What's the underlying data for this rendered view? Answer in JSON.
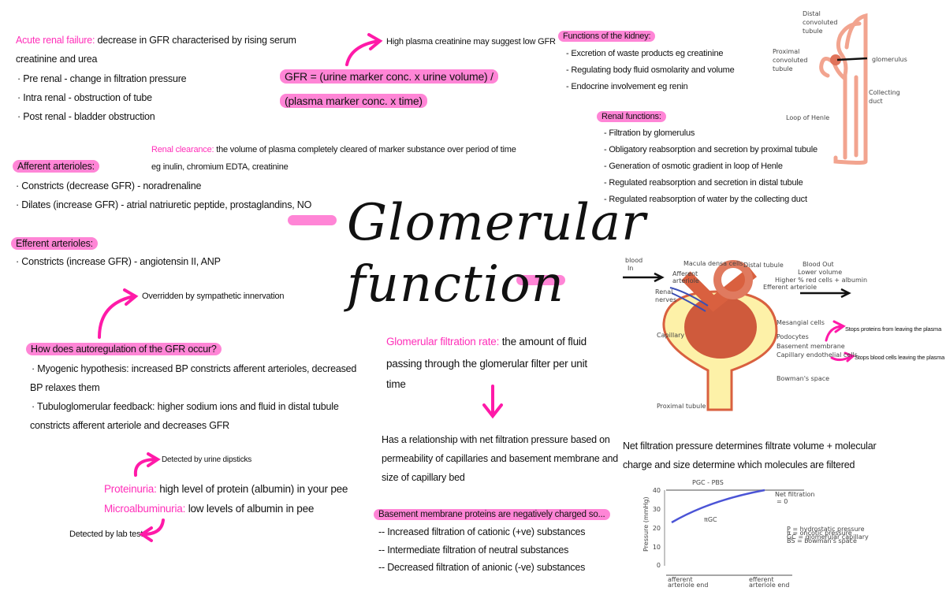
{
  "title": {
    "line1": "Glomerular",
    "line2": "function"
  },
  "acute": {
    "term": "Acute renal failure:",
    "def1": "decrease in GFR characterised by rising serum",
    "def2": "creatinine and urea",
    "items": [
      "· Pre renal - change in filtration pressure",
      "· Intra renal - obstruction of tube",
      "· Post renal - bladder obstruction"
    ]
  },
  "creatinine_note": "High plasma creatinine may suggest low GFR",
  "formula": {
    "line1": "GFR = (urine marker conc. x urine volume) /",
    "line2": "(plasma marker conc. x time)"
  },
  "kidney_functions": {
    "heading": "Functions of the kidney:",
    "items": [
      "- Excretion of waste products eg creatinine",
      "- Regulating body fluid osmolarity and volume",
      "- Endocrine involvement eg renin"
    ]
  },
  "renal_functions": {
    "heading": "Renal functions:",
    "items": [
      "- Filtration by glomerulus",
      "- Obligatory reabsorption and secretion by proximal tubule",
      "- Generation of osmotic gradient in loop of Henle",
      "- Regulated reabsorption and secretion in distal tubule",
      "- Regulated reabsorption of water by the collecting duct"
    ]
  },
  "nephron_labels": {
    "distal": [
      "Distal",
      "convoluted",
      "tubule"
    ],
    "proximal": [
      "Proximal",
      "convoluted",
      "tubule"
    ],
    "glomerulus": "glomerulus",
    "collecting": [
      "Collecting",
      "duct"
    ],
    "loop": "Loop of Henle"
  },
  "clearance": {
    "term": "Renal clearance:",
    "def1": "the volume of plasma completely cleared of marker substance over period of time",
    "def2": "eg inulin, chromium EDTA, creatinine"
  },
  "afferent": {
    "heading": "Afferent arterioles:",
    "items": [
      "· Constricts (decrease GFR) - noradrenaline",
      "· Dilates (increase GFR) - atrial natriuretic peptide, prostaglandins, NO"
    ]
  },
  "efferent": {
    "heading": "Efferent arterioles:",
    "items": [
      "· Constricts (increase GFR) - angiotensin II, ANP"
    ]
  },
  "override_note": "Overridden by sympathetic innervation",
  "autoreg": {
    "heading": "How does autoregulation of the GFR occur?",
    "lines": [
      "· Myogenic hypothesis: increased BP constricts afferent arterioles, decreased",
      "BP relaxes them",
      "· Tubuloglomerular feedback: higher sodium ions and fluid in distal tubule",
      "constricts afferent arteriole and decreases GFR"
    ]
  },
  "dipstick_note": "Detected by urine dipsticks",
  "proteinuria": {
    "term": "Proteinuria:",
    "def": "high level of protein (albumin) in your pee"
  },
  "microalb": {
    "term": "Microalbuminuria:",
    "def": "low levels of albumin in pee"
  },
  "labtest_note": "Detected by lab tests",
  "gfr_def": {
    "term": "Glomerular filtration rate:",
    "line1": "the amount of fluid",
    "line2": "passing through the glomerular filter per unit",
    "line3": "time"
  },
  "relationship": [
    "Has a relationship with net filtration pressure based on",
    "permeability of capillaries and basement membrane and",
    "size of capillary bed"
  ],
  "basement": {
    "heading": "Basement membrane proteins are negatively charged so...",
    "items": [
      "-- Increased filtration of cationic (+ve) substances",
      "-- Intermediate filtration of neutral substances",
      "-- Decreased filtration of anionic (-ve) substances"
    ]
  },
  "nfp": [
    "Net filtration pressure determines filtrate volume + molecular",
    "charge and size determine which molecules are filtered"
  ],
  "glom_diagram": {
    "blood_in": [
      "blood",
      "In"
    ],
    "macula": "Macula densa cells",
    "distal": "Distal tubule",
    "afferent": [
      "Afferent",
      "arteriole"
    ],
    "blood_out": [
      "Blood Out",
      "Lower volume",
      "Higher % red cells + albumin"
    ],
    "efferent": "Efferent arteriole",
    "renal_nerves": [
      "Renal",
      "nerves"
    ],
    "mesangial": "Mesangial cells",
    "capillary": "Capillary",
    "podocytes": "Podocytes",
    "basement": "Basement membrane",
    "endothelial": "Capillary endothelial cells",
    "bowman": "Bowman's space",
    "proximal": "Proximal tubule"
  },
  "side_notes": [
    "Stops proteins from leaving the plasma",
    "Stops blood cells leaving the plasma"
  ],
  "pressure_chart": {
    "ylabel": "Pressure (mmHg)",
    "yticks": [
      "0",
      "10",
      "20",
      "30",
      "40"
    ],
    "top_label": "PGC - PBS",
    "curve_label": "πGC",
    "net_label": [
      "Net filtration",
      "= 0"
    ],
    "x_labels": [
      [
        "afferent",
        "arteriole end"
      ],
      [
        "efferent",
        "arteriole end"
      ]
    ],
    "legend": [
      "P = hydrostatic pressure",
      "π = oncotic pressure",
      "GC = glomerular capillary",
      "BS = bowman's space"
    ]
  },
  "colors": {
    "pink_text": "#ff2fb9",
    "highlight": "#ff85d6",
    "arrow": "#ff1aa8",
    "tissue": "#d9603f",
    "bowman": "#fdf1a8"
  }
}
